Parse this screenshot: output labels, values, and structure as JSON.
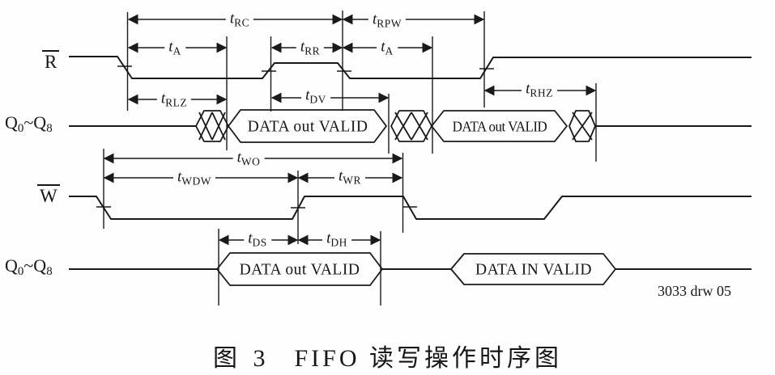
{
  "signals": {
    "read_strobe": {
      "letter": "R"
    },
    "write_strobe": {
      "letter": "W"
    },
    "read_bus": {
      "base1": "Q",
      "sub1": "0",
      "tilde": "~",
      "base2": "Q",
      "sub2": "8"
    },
    "write_bus": {
      "base1": "Q",
      "sub1": "0",
      "tilde": "~",
      "base2": "Q",
      "sub2": "8"
    }
  },
  "timing_labels": {
    "trc": {
      "sym": "t",
      "sub": "RC"
    },
    "trpw": {
      "sym": "t",
      "sub": "RPW"
    },
    "ta_read1": {
      "sym": "t",
      "sub": "A"
    },
    "trr": {
      "sym": "t",
      "sub": "RR"
    },
    "ta_read2": {
      "sym": "t",
      "sub": "A"
    },
    "trlz": {
      "sym": "t",
      "sub": "RLZ"
    },
    "tdv": {
      "sym": "t",
      "sub": "DV"
    },
    "trhz": {
      "sym": "t",
      "sub": "RHZ"
    },
    "two": {
      "sym": "t",
      "sub": "WO"
    },
    "twdw": {
      "sym": "t",
      "sub": "WDW"
    },
    "twr": {
      "sym": "t",
      "sub": "WR"
    },
    "tds": {
      "sym": "t",
      "sub": "DS"
    },
    "tdh": {
      "sym": "t",
      "sub": "DH"
    }
  },
  "bus_segments": {
    "read_valid_1": "DATA out VALID",
    "read_valid_2": "DATA out VALID",
    "write_valid_1": "DATA out VALID",
    "write_valid_2": "DATA IN VALID"
  },
  "drawing_number": "3033 drw 05",
  "caption": {
    "figure_number": "图 3",
    "title": "FIFO 读写操作时序图"
  },
  "colors": {
    "line": "#1a1a1a",
    "background": "#fefefe"
  }
}
